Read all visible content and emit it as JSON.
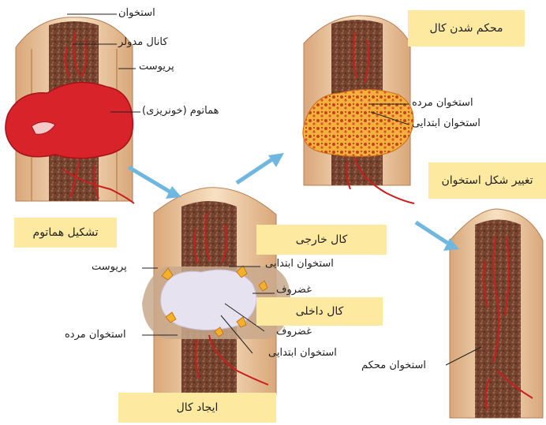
{
  "panels": {
    "hematoma": {
      "title": "تشکیل هماتوم",
      "labels": {
        "bone": "استخوان",
        "medullary_canal": "کانال مدولر",
        "periosteum": "پریوست",
        "hematoma": "هماتوم (خونریزی)"
      }
    },
    "callus": {
      "title": "ایجاد کال",
      "external_callus": "کال خارجی",
      "internal_callus": "کال داخلی",
      "labels": {
        "primary_bone_top": "استخوان ابتدایی",
        "cartilage_top": "غضروف",
        "periosteum": "پریوست",
        "dead_bone": "استخوان مرده",
        "cartilage_bottom": "غضروف",
        "primary_bone_bottom": "استخوان ابتدایی"
      }
    },
    "consolidation": {
      "title": "محکم شدن کال",
      "labels": {
        "dead_bone": "استخوان مرده",
        "primary_bone": "استخوان ابتدایی"
      }
    },
    "remodeling": {
      "title": "تغییر شکل استخوان",
      "labels": {
        "compact_bone": "استخوان محکم"
      }
    }
  },
  "colors": {
    "label_box": "#fde9a0",
    "arrow": "#6fb7de",
    "hematoma_red": "#d8232a",
    "marrow": "#7a4a35",
    "bone": "#f4d9b5",
    "vessel": "#c81e1e"
  }
}
